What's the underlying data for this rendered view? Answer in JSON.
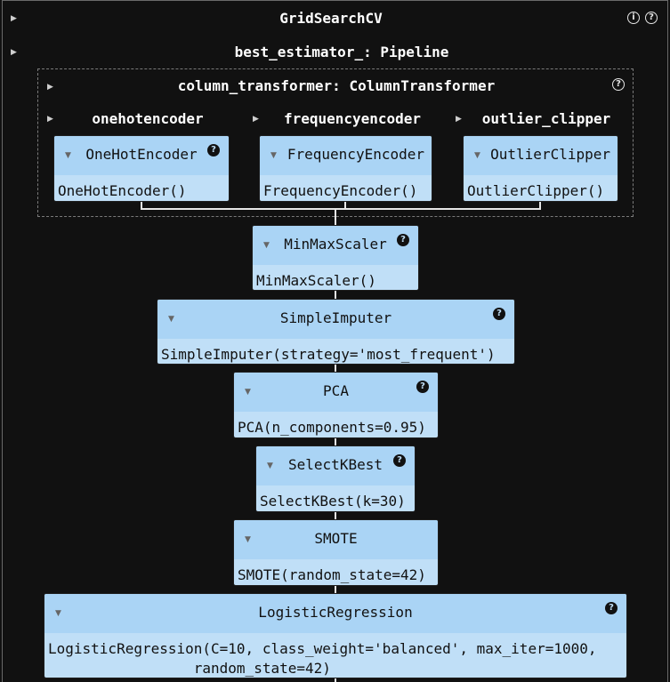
{
  "grid": {
    "title": "GridSearchCV",
    "info_glyph": "i",
    "help_glyph": "?"
  },
  "pipeline": {
    "title": "best_estimator_: Pipeline"
  },
  "column_transformer": {
    "title": "column_transformer: ColumnTransformer",
    "help_glyph": "?"
  },
  "branches": [
    {
      "label": "onehotencoder",
      "estimator": "OneHotEncoder",
      "params": "OneHotEncoder()",
      "has_help": true
    },
    {
      "label": "frequencyencoder",
      "estimator": "FrequencyEncoder",
      "params": "FrequencyEncoder()",
      "has_help": false
    },
    {
      "label": "outlier_clipper",
      "estimator": "OutlierClipper",
      "params": "OutlierClipper()",
      "has_help": false
    }
  ],
  "steps": [
    {
      "estimator": "MinMaxScaler",
      "params": "MinMaxScaler()"
    },
    {
      "estimator": "SimpleImputer",
      "params": "SimpleImputer(strategy='most_frequent')"
    },
    {
      "estimator": "PCA",
      "params": "PCA(n_components=0.95)"
    },
    {
      "estimator": "SelectKBest",
      "params": "SelectKBest(k=30)"
    },
    {
      "estimator": "SMOTE",
      "params": "SMOTE(random_state=42)"
    },
    {
      "estimator": "LogisticRegression",
      "params": "LogisticRegression(C=10, class_weight='balanced', max_iter=1000,\n                 random_state=42)"
    }
  ],
  "glyphs": {
    "collapsed": "▶",
    "expanded": "▼",
    "help": "?"
  },
  "colors": {
    "background": "#111111",
    "estimator_header": "#aad4f5",
    "estimator_body": "#c0dff7",
    "connector": "#e8e8e8"
  }
}
